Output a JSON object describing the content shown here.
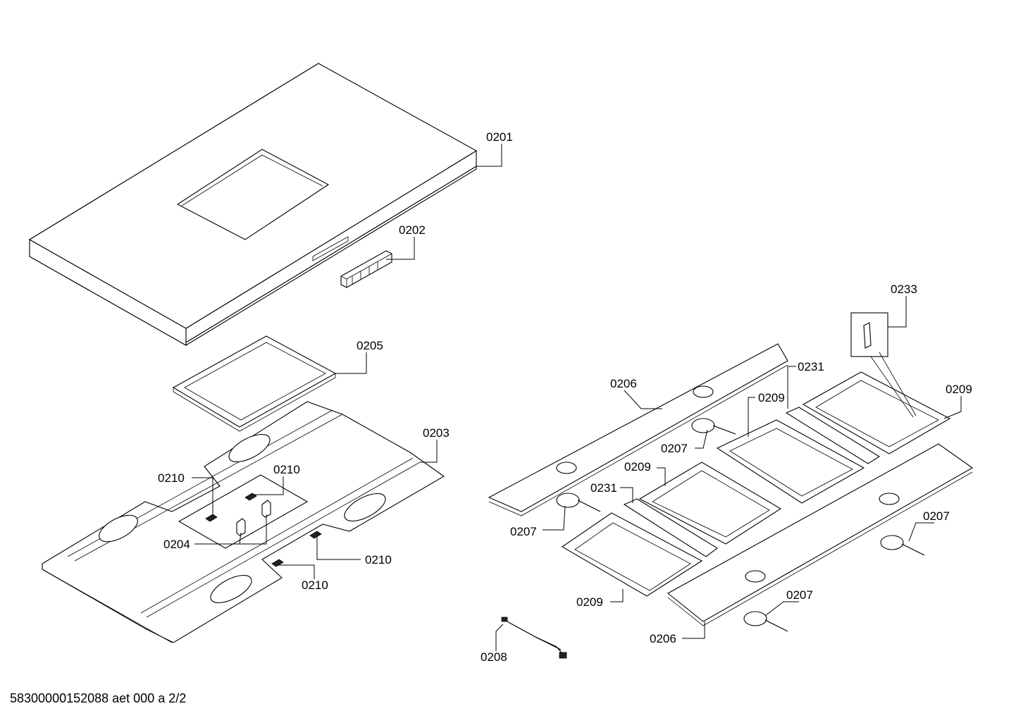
{
  "callouts": [
    {
      "id": "c0201",
      "label": "0201"
    },
    {
      "id": "c0202",
      "label": "0202"
    },
    {
      "id": "c0205",
      "label": "0205"
    },
    {
      "id": "c0203",
      "label": "0203"
    },
    {
      "id": "c0210a",
      "label": "0210"
    },
    {
      "id": "c0210b",
      "label": "0210"
    },
    {
      "id": "c0204",
      "label": "0204"
    },
    {
      "id": "c0210c",
      "label": "0210"
    },
    {
      "id": "c0210d",
      "label": "0210"
    },
    {
      "id": "c0233",
      "label": "0233"
    },
    {
      "id": "c0231a",
      "label": "0231"
    },
    {
      "id": "c0209a",
      "label": "0209"
    },
    {
      "id": "c0209b",
      "label": "0209"
    },
    {
      "id": "c0206a",
      "label": "0206"
    },
    {
      "id": "c0207a",
      "label": "0207"
    },
    {
      "id": "c0209c",
      "label": "0209"
    },
    {
      "id": "c0231b",
      "label": "0231"
    },
    {
      "id": "c0207b",
      "label": "0207"
    },
    {
      "id": "c0207c",
      "label": "0207"
    },
    {
      "id": "c0209d",
      "label": "0209"
    },
    {
      "id": "c0207d",
      "label": "0207"
    },
    {
      "id": "c0206b",
      "label": "0206"
    },
    {
      "id": "c0208",
      "label": "0208"
    }
  ],
  "footer": "58300000152088 aet 000 a 2/2"
}
